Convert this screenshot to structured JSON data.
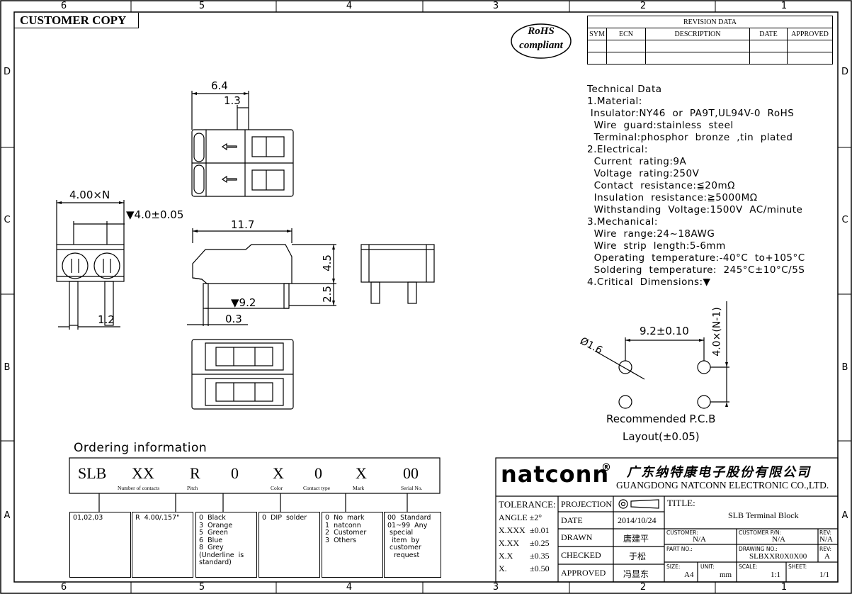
{
  "zones_top": [
    "6",
    "5",
    "4",
    "3",
    "2",
    "1"
  ],
  "zones_bottom": [
    "6",
    "5",
    "4",
    "3",
    "2",
    "1"
  ],
  "zones_side": [
    "D",
    "C",
    "B",
    "A"
  ],
  "customer_copy": "CUSTOMER COPY",
  "rohs": {
    "line1": "RoHS",
    "line2": "compliant"
  },
  "revision": {
    "title": "REVISION DATA",
    "headers": [
      "SYM",
      "ECN",
      "DESCRIPTION",
      "DATE",
      "APPROVED"
    ]
  },
  "technical": [
    "Technical Data",
    "1.Material:",
    " Insulator:NY46  or  PA9T,UL94V-0  RoHS",
    "  Wire  guard:stainless  steel",
    "  Terminal:phosphor  bronze  ,tin  plated",
    "2.Electrical:",
    "  Current  rating:9A",
    "  Voltage  rating:250V",
    "  Contact  resistance:≦20mΩ",
    "  Insulation  resistance:≧5000MΩ",
    "  Withstanding  Voltage:1500V  AC/minute",
    "3.Mechanical:",
    "  Wire  range:24~18AWG",
    "  Wire  strip  length:5-6mm",
    "  Operating  temperature:-40°C  to+105°C",
    "  Soldering  temperature:  245°C±10°C/5S",
    "4.Critical  Dimensions:▼"
  ],
  "dims": {
    "d64": "6.4",
    "d13": "1.3",
    "d400n": "4.00×N",
    "d40005": "▼4.0±0.05",
    "d117": "11.7",
    "d45": "4.5",
    "d25": "2.5",
    "d92": "▼9.2",
    "d03": "0.3",
    "d12": "1.2",
    "pcb_pitch": "9.2±0.10",
    "pcb_hole": "Ø1.6",
    "pcb_vert": "4.0×(N-1)"
  },
  "pcb_caption": [
    "Recommended P.C.B",
    "Layout(±0.05)"
  ],
  "ordering": {
    "title": "Ordering  information",
    "codes": [
      "SLB",
      "XX",
      "R",
      "0",
      "X",
      "0",
      "X",
      "00"
    ],
    "sublabels": [
      "Number of contacts",
      "Pitch",
      "Color",
      "Contact type",
      "Mark",
      "Serial No."
    ],
    "boxes": [
      "01,02,03",
      "R  4.00/.157\"",
      "0  Black\n3  Orange\n5  Green\n6  Blue\n8  Grey\n(Underline  is\nstandard)",
      "0  DIP  solder",
      "0  No  mark\n1  natconn\n2  Customer\n3  Others",
      "00  Standard\n01~99  Any\n special\n  item  by\n customer\n   request"
    ]
  },
  "company": {
    "logo": "natconn",
    "reg": "®",
    "cn_name": "广东纳特康电子股份有限公司",
    "en_name": "GUANGDONG NATCONN ELECTRONIC CO.,LTD."
  },
  "titleblock": {
    "tolerance": "TOLERANCE:",
    "angle": "ANGLE ±2°",
    "tol_rows": [
      [
        "X.XXX",
        "±0.01"
      ],
      [
        "X.XX",
        "±0.25"
      ],
      [
        "X.X",
        "±0.35"
      ],
      [
        "X.",
        "±0.50"
      ]
    ],
    "projection": "PROJECTION",
    "date_label": "DATE",
    "date_value": "2014/10/24",
    "drawn_label": "DRAWN",
    "drawn_value": "唐建平",
    "checked_label": "CHECKED",
    "checked_value": "于松",
    "approved_label": "APPROVED",
    "approved_value": "冯显东",
    "title_label": "TITLE:",
    "title_value": "SLB  Terminal Block",
    "customer_label": "CUSTOMER:",
    "customer_value": "N/A",
    "cust_pn_label": "CUSTOMER P/N:",
    "cust_pn_value": "N/A",
    "rev_label": "REV:",
    "rev_value1": "N/A",
    "partno_label": "PART NO.:",
    "drawing_no_label": "DRAWING NO.:",
    "drawing_no_value": "SLBXXR0X0X00",
    "rev_value2": "A",
    "size_label": "SIZE:",
    "size_value": "A4",
    "unit_label": "UNIT:",
    "unit_value": "mm",
    "scale_label": "SCALE:",
    "scale_value": "1:1",
    "sheet_label": "SHEET:",
    "sheet_value": "1/1"
  }
}
